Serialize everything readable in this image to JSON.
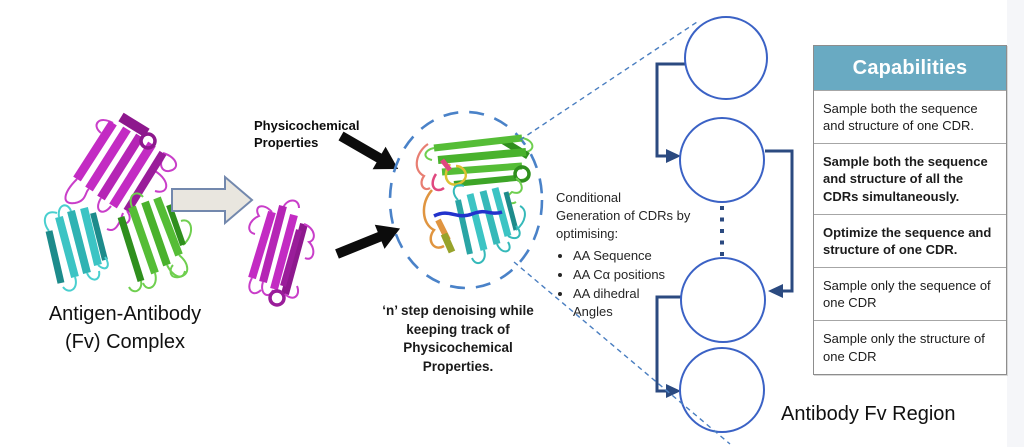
{
  "diagram": {
    "left": {
      "complex_label": "Antigen-Antibody\n(Fv) Complex"
    },
    "middle": {
      "phys_label": "Physicochemical\nProperties",
      "denoise_caption": "‘n’ step denoising while\nkeeping track of\nPhysicochemical\nProperties."
    },
    "conditional": {
      "intro": "Conditional\nGeneration of CDRs by\noptimising:",
      "bullets": [
        "AA Sequence",
        "AA Cα positions",
        "AA dihedral\nAngles"
      ]
    },
    "right": {
      "fv_region_label": "Antibody Fv Region"
    },
    "capabilities": {
      "title": "Capabilities",
      "rows": [
        {
          "text": "Sample both the sequence and structure of one CDR.",
          "bold": false
        },
        {
          "text": "Sample both the sequence and structure of all the CDRs simultaneously.",
          "bold": true
        },
        {
          "text": "Optimize the sequence and structure of one CDR.",
          "bold": true
        },
        {
          "text": "Sample only the sequence of one CDR",
          "bold": false
        },
        {
          "text": "Sample only the structure of one CDR",
          "bold": false
        }
      ]
    },
    "colors": {
      "capabilities_header_bg": "#69aac2",
      "capabilities_header_text": "#ffffff",
      "table_border": "#8d8d8d",
      "circle_stroke": "#3b62c5",
      "connector_line": "#2b4a80",
      "dashed_ellipse": "#4a82c8",
      "block_arrow_fill": "#e9e6df",
      "block_arrow_stroke": "#7388ad",
      "black_arrow": "#0c0c0c",
      "protein_magenta": "#c32bc3",
      "protein_cyan": "#3cc4c4",
      "protein_green": "#55bd36",
      "background": "#ffffff"
    }
  }
}
